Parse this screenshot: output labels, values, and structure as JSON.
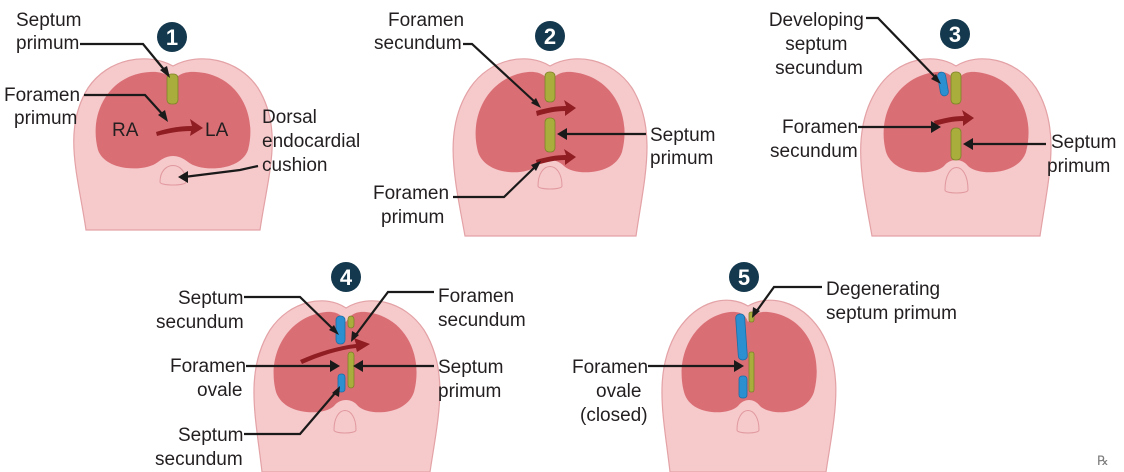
{
  "colors": {
    "outer": "#f6c9cb",
    "atrium": "#d96f75",
    "septum_primum": "#a8ad3c",
    "septum_secundum": "#2c8fd0",
    "flow_arrow": "#8f1d22",
    "badge": "#14384d"
  },
  "panels": [
    {
      "number": "1",
      "labels": {
        "septum_primum_l1": "Septum",
        "septum_primum_l2": "primum",
        "foramen_primum_l1": "Foramen",
        "foramen_primum_l2": "primum",
        "ra": "RA",
        "la": "LA",
        "cushion_l1": "Dorsal",
        "cushion_l2": "endocardial",
        "cushion_l3": "cushion"
      }
    },
    {
      "number": "2",
      "labels": {
        "foramen_secundum_l1": "Foramen",
        "foramen_secundum_l2": "secundum",
        "septum_primum_l1": "Septum",
        "septum_primum_l2": "primum",
        "foramen_primum_l1": "Foramen",
        "foramen_primum_l2": "primum"
      }
    },
    {
      "number": "3",
      "labels": {
        "developing_l1": "Developing",
        "developing_l2": "septum",
        "developing_l3": "secundum",
        "foramen_secundum_l1": "Foramen",
        "foramen_secundum_l2": "secundum",
        "septum_primum_l1": "Septum",
        "septum_primum_l2": "primum"
      }
    },
    {
      "number": "4",
      "labels": {
        "septum_secundum_top_l1": "Septum",
        "septum_secundum_top_l2": "secundum",
        "foramen_secundum_l1": "Foramen",
        "foramen_secundum_l2": "secundum",
        "foramen_ovale_l1": "Foramen",
        "foramen_ovale_l2": "ovale",
        "septum_primum_l1": "Septum",
        "septum_primum_l2": "primum",
        "septum_secundum_bottom_l1": "Septum",
        "septum_secundum_bottom_l2": "secundum"
      }
    },
    {
      "number": "5",
      "labels": {
        "degenerating_l1": "Degenerating",
        "degenerating_l2": "septum primum",
        "foramen_ovale_l1": "Foramen",
        "foramen_ovale_l2": "ovale",
        "foramen_ovale_l3": "(closed)"
      }
    }
  ],
  "logo": "℞"
}
